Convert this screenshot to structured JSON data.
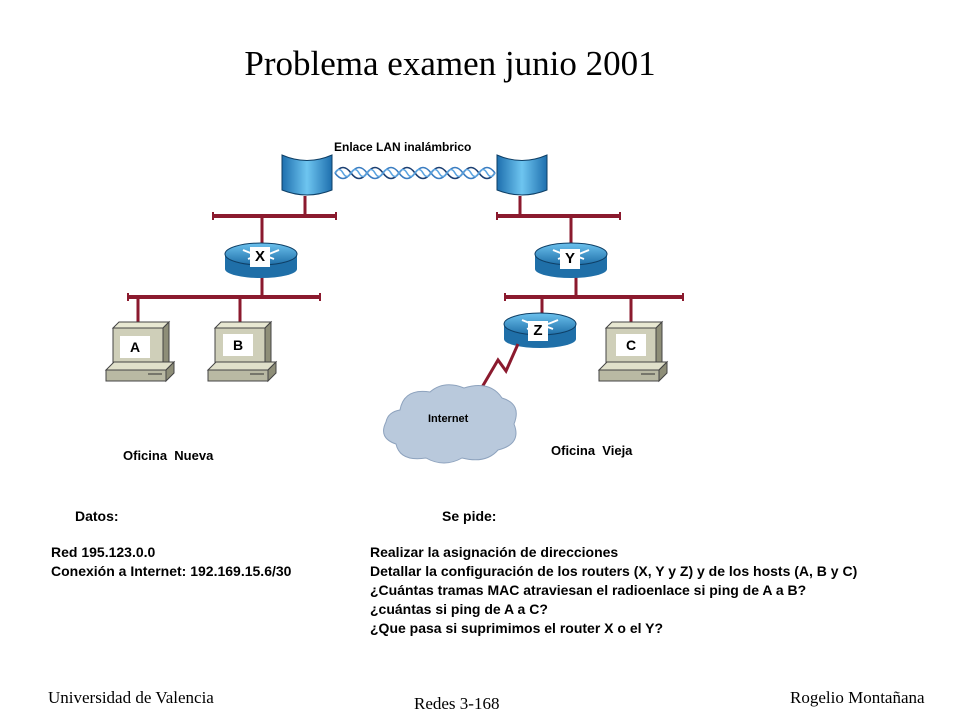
{
  "title": "Problema examen junio 2001",
  "diagram": {
    "wireless_link_label": "Enlace LAN inalámbrico",
    "routers": {
      "x": "X",
      "y": "Y",
      "z": "Z"
    },
    "hosts": {
      "a": "A",
      "b": "B",
      "c": "C"
    },
    "internet_label": "Internet",
    "office_new": "Oficina  Nueva",
    "office_old": "Oficina  Vieja"
  },
  "data_section": {
    "heading": "Datos:",
    "lines": [
      "Red 195.123.0.0",
      "Conexión a Internet: 192.169.15.6/30"
    ]
  },
  "request_section": {
    "heading": "Se pide:",
    "lines": [
      "Realizar la asignación de direcciones",
      "Detallar la configuración de los routers (X, Y y Z) y de los hosts (A, B y C)",
      "¿Cuántas tramas MAC atraviesan el radioenlace si ping de A a B?",
      "¿cuántas si ping de A a C?",
      "¿Que pasa si suprimimos el router X o el Y?"
    ]
  },
  "footer": {
    "left": "Universidad de Valencia",
    "center": "Redes 3-168",
    "right": "Rogelio Montañana"
  },
  "colors": {
    "lan_bus": "#8b1a2e",
    "router": "#2c8fc9",
    "internet_cloud": "#b9c9dc"
  }
}
